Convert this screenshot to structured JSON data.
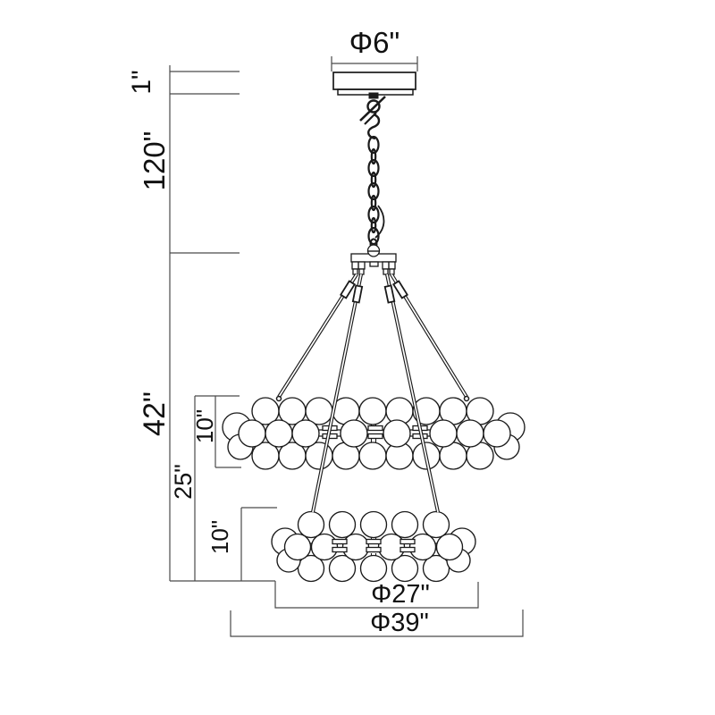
{
  "diagram": {
    "title": "chandelier-dimension-drawing",
    "labels": {
      "canopy_diameter": "Φ6\"",
      "canopy_height": "1\"",
      "suspension_length": "120\"",
      "body_height": "42\"",
      "upper_tier_height": "10\"",
      "tier_drop": "25\"",
      "lower_tier_height": "10\"",
      "lower_tier_diameter": "Φ27\"",
      "overall_diameter": "Φ39\""
    },
    "colors": {
      "background": "#ffffff",
      "drawing_line": "#1a1a1a",
      "dimension_line": "#4a4a4a",
      "text": "#111111"
    }
  }
}
